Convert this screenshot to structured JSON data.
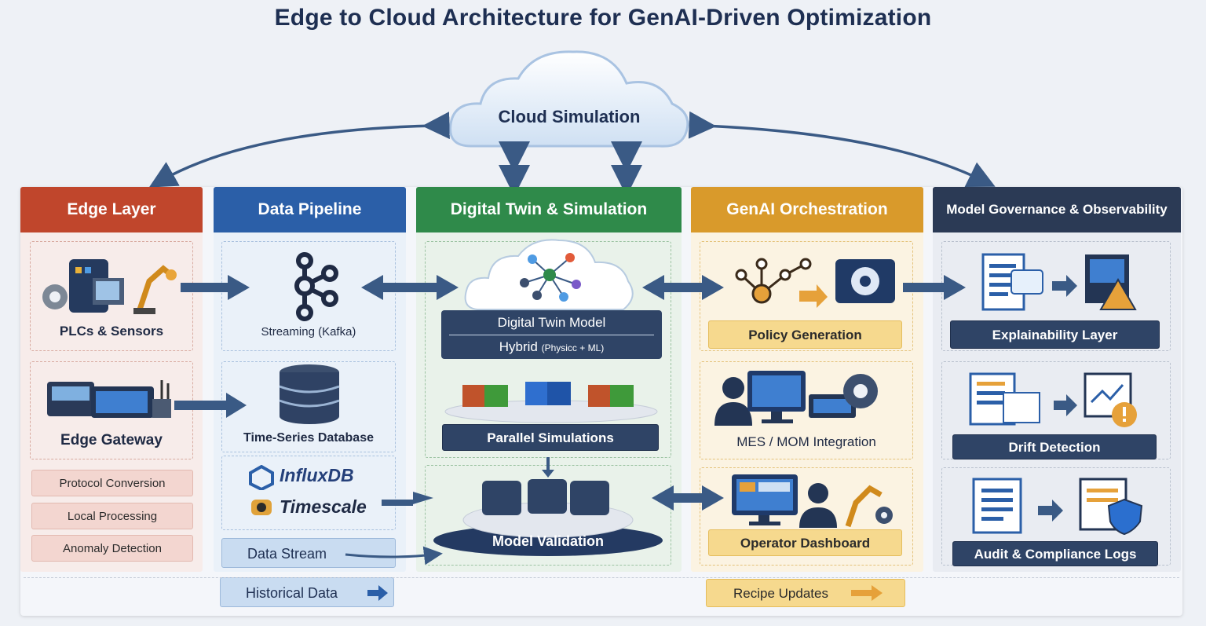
{
  "title": "Edge to Cloud Architecture for GenAI-Driven Optimization",
  "cloud": {
    "label": "Cloud Simulation"
  },
  "colors": {
    "edge": "#c0462c",
    "pipeline": "#2b5fa8",
    "twin": "#2f8a4a",
    "genai": "#d99a2b",
    "governance": "#2b3a55"
  },
  "edge_layer": {
    "header": "Edge Layer",
    "plcs_label": "PLCs & Sensors",
    "gateway_label": "Edge Gateway",
    "functions": [
      "Protocol Conversion",
      "Local Processing",
      "Anomaly Detection"
    ]
  },
  "data_pipeline": {
    "header": "Data Pipeline",
    "streaming_label": "Streaming (Kafka)",
    "tsdb_label": "Time-Series Database",
    "influx_label": "InfluxDB",
    "timescale_label": "Timescale",
    "data_stream_label": "Data Stream",
    "historical_label": "Historical Data"
  },
  "digital_twin": {
    "header": "Digital Twin & Simulation",
    "model_label": "Digital Twin Model",
    "hybrid_label": "Hybrid",
    "hybrid_sub": "(Physicc + ML)",
    "parallel_label": "Parallel Simulations",
    "validation_label": "Model Validation"
  },
  "genai": {
    "header": "GenAI Orchestration",
    "policy_label": "Policy Generation",
    "mes_label": "MES / MOM Integration",
    "dashboard_label": "Operator Dashboard",
    "recipe_label": "Recipe Updates"
  },
  "governance": {
    "header": "Model Governance & Observability",
    "explain_label": "Explainability Layer",
    "drift_label": "Drift Detection",
    "audit_label": "Audit & Compliance Logs"
  }
}
